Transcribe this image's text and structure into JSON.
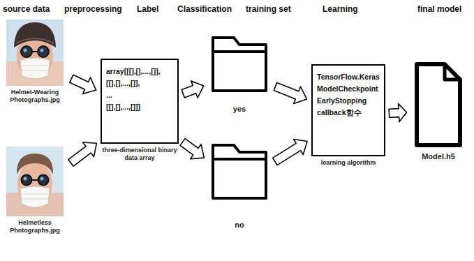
{
  "diagram": {
    "nodes": [
      {
        "text": [
          "Helmet-Wearing Photographs.jpg"
        ]
      },
      {
        "text": [
          "Helmetless Photographs.jpg"
        ]
      },
      {
        "text": [
          "array[[[],[],...,[]],",
          "[[],[],...,[]],",
          "...",
          "[[],[],...,[]]]",
          "three-dimensional binary data array"
        ]
      },
      {
        "text": [
          "yes"
        ]
      },
      {
        "text": [
          "no"
        ]
      },
      {
        "text": [
          "TensorFlow.Keras",
          "ModelCheckpoint",
          "EarlyStopping",
          "callback함수",
          "learning algorithm"
        ]
      },
      {
        "text": [
          "Model.h5"
        ]
      }
    ],
    "edges": [
      {
        "from": 0,
        "to": 2,
        "arrow": "to"
      },
      {
        "from": 1,
        "to": 2,
        "arrow": "to"
      },
      {
        "from": 2,
        "to": 3,
        "arrow": "to"
      },
      {
        "from": 2,
        "to": 4,
        "arrow": "to"
      },
      {
        "from": 3,
        "to": 5,
        "arrow": "to"
      },
      {
        "from": 4,
        "to": 5,
        "arrow": "to"
      },
      {
        "from": 5,
        "to": 6,
        "arrow": "to"
      }
    ],
    "labels": [
      "source data",
      "preprocessing",
      "Label",
      "Classification",
      "training set",
      "Learning",
      "final model"
    ]
  }
}
